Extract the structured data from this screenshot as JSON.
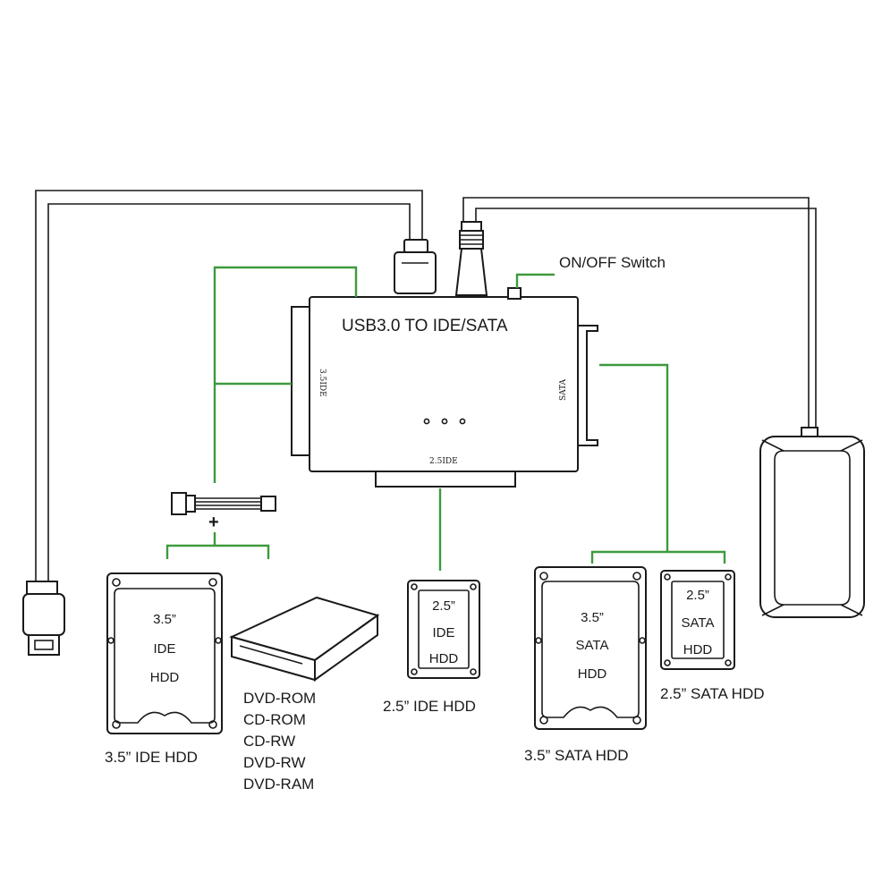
{
  "adapter": {
    "title": "USB3.0 TO IDE/SATA",
    "port_35ide": "3.5IDE",
    "port_sata": "SATA",
    "port_25ide": "2.5IDE"
  },
  "switch_label": "ON/OFF Switch",
  "power_connector": {
    "plus": "+"
  },
  "drives": {
    "ide35": {
      "lines": [
        "3.5”",
        "IDE",
        "HDD"
      ],
      "caption": "3.5”  IDE HDD"
    },
    "ide25": {
      "lines": [
        "2.5”",
        "IDE",
        "HDD"
      ],
      "caption": "2.5”  IDE HDD"
    },
    "sata35": {
      "lines": [
        "3.5”",
        "SATA",
        "HDD"
      ],
      "caption": "3.5”  SATA HDD"
    },
    "sata25": {
      "lines": [
        "2.5”",
        "SATA",
        "HDD"
      ],
      "caption": "2.5”  SATA HDD"
    }
  },
  "optical_list": [
    "DVD-ROM",
    "CD-ROM",
    "CD-RW",
    "DVD-RW",
    "DVD-RAM"
  ]
}
